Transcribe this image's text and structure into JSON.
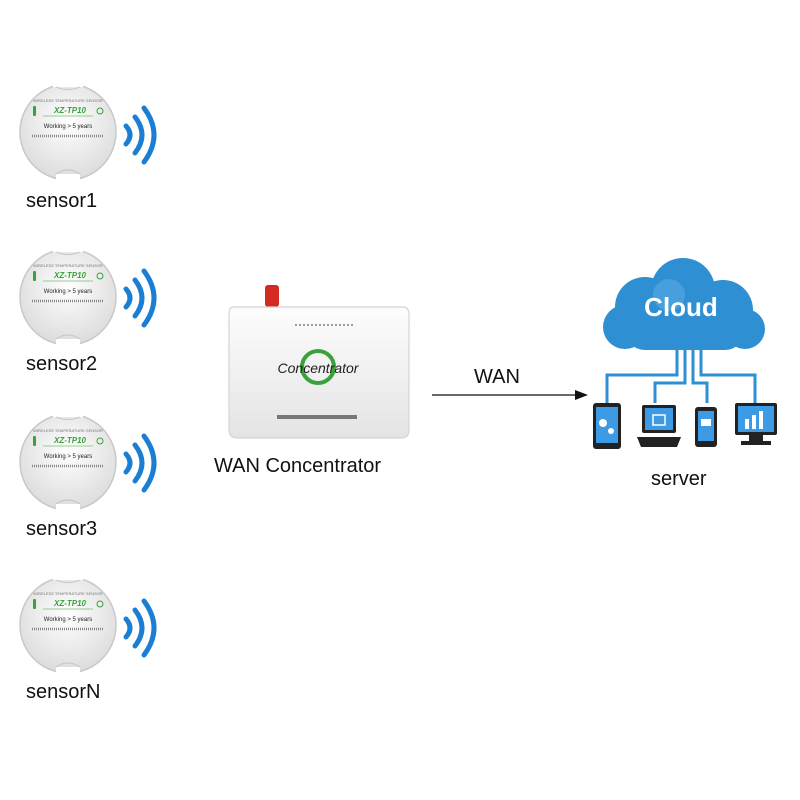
{
  "sensor_device": {
    "brand_line": "WIRELESS TEMPERATURE SENSOR",
    "model": "XZ-TP10",
    "working_text": "Working  > 5 years"
  },
  "sensors": [
    {
      "label": "sensor1"
    },
    {
      "label": "sensor2"
    },
    {
      "label": "sensor3"
    },
    {
      "label": "sensorN"
    }
  ],
  "concentrator": {
    "device_text": "Concentrator",
    "caption": "WAN Concentrator"
  },
  "link": {
    "label": "WAN"
  },
  "cloud": {
    "label": "Cloud"
  },
  "server": {
    "caption": "server"
  },
  "colors": {
    "cloud_blue": "#2f8fd3",
    "signal_blue": "#1a7fd4",
    "antenna_red": "#d42a1f",
    "model_green": "#3aa23a"
  },
  "icons": [
    "tablet-icon",
    "laptop-icon",
    "phone-icon",
    "desktop-icon"
  ]
}
